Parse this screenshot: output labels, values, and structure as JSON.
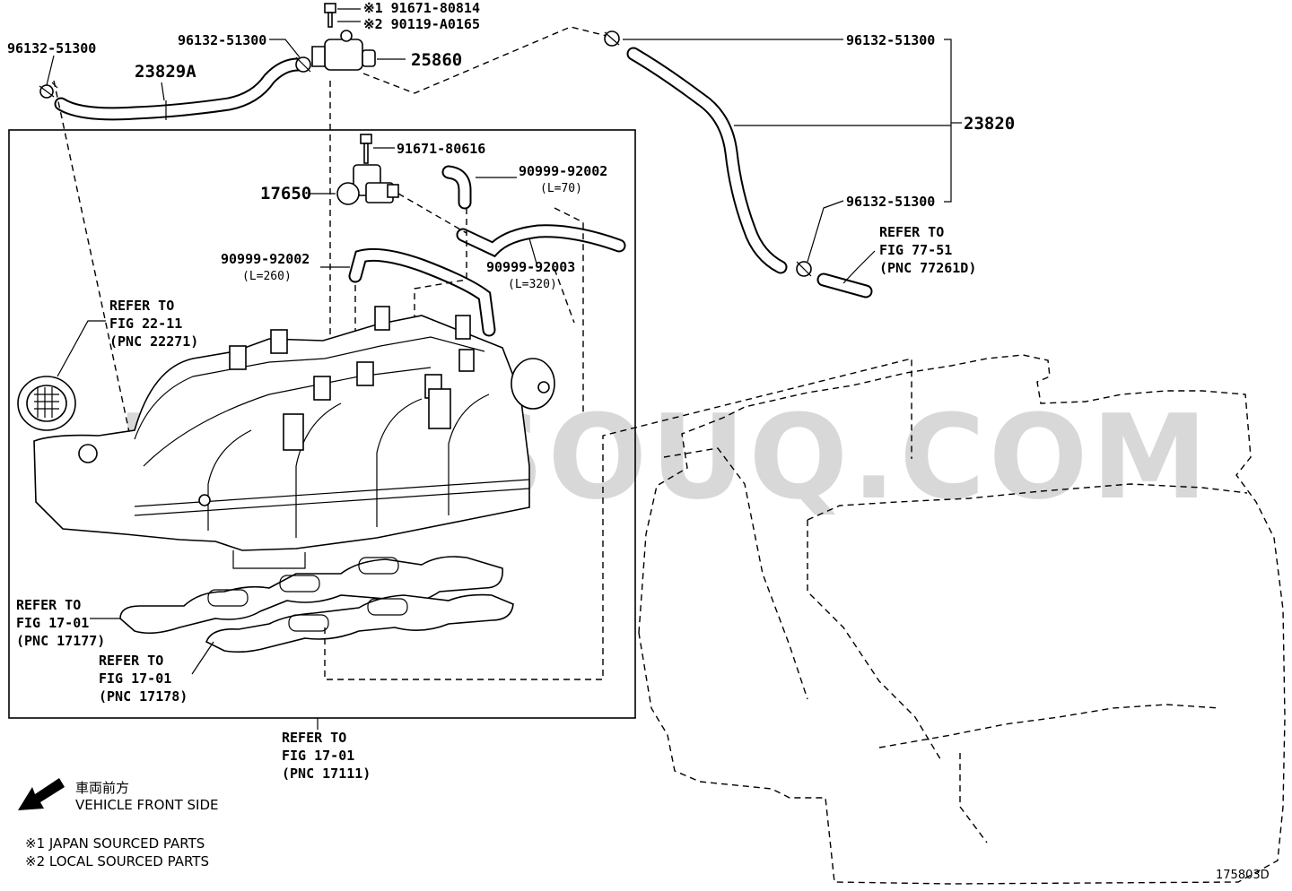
{
  "diagram": {
    "watermark": "PARTSOUQ.COM",
    "figure_code": "175803D",
    "labels": {
      "p96132_left": "96132-51300",
      "p23829a": "23829A",
      "p96132_mid": "96132-51300",
      "p191671": "※1 91671-80814",
      "p290119": "※2 90119-A0165",
      "p25860": "25860",
      "p96132_right_top": "96132-51300",
      "p23820": "23820",
      "p96132_right_bottom": "96132-51300",
      "p91671": "91671-80616",
      "p17650": "17650",
      "p90999_92002_a": "90999-92002",
      "p90999_92002_a_len": "(L=70)",
      "p90999_92002_b": "90999-92002",
      "p90999_92002_b_len": "(L=260)",
      "p90999_92003": "90999-92003",
      "p90999_92003_len": "(L=320)"
    },
    "refs": {
      "fig77": [
        "REFER TO",
        "FIG 77-51",
        "(PNC 77261D)"
      ],
      "fig22": [
        "REFER TO",
        "FIG 22-11",
        "(PNC 22271)"
      ],
      "fig17_177": [
        "REFER TO",
        "FIG 17-01",
        "(PNC 17177)"
      ],
      "fig17_178": [
        "REFER TO",
        "FIG 17-01",
        "(PNC 17178)"
      ],
      "fig17_111": [
        "REFER TO",
        "FIG 17-01",
        "(PNC 17111)"
      ]
    },
    "legend": {
      "front_jp": "車両前方",
      "front_en": "VEHICLE FRONT SIDE",
      "note1": "※1 JAPAN SOURCED PARTS",
      "note2": "※2 LOCAL SOURCED PARTS"
    }
  }
}
